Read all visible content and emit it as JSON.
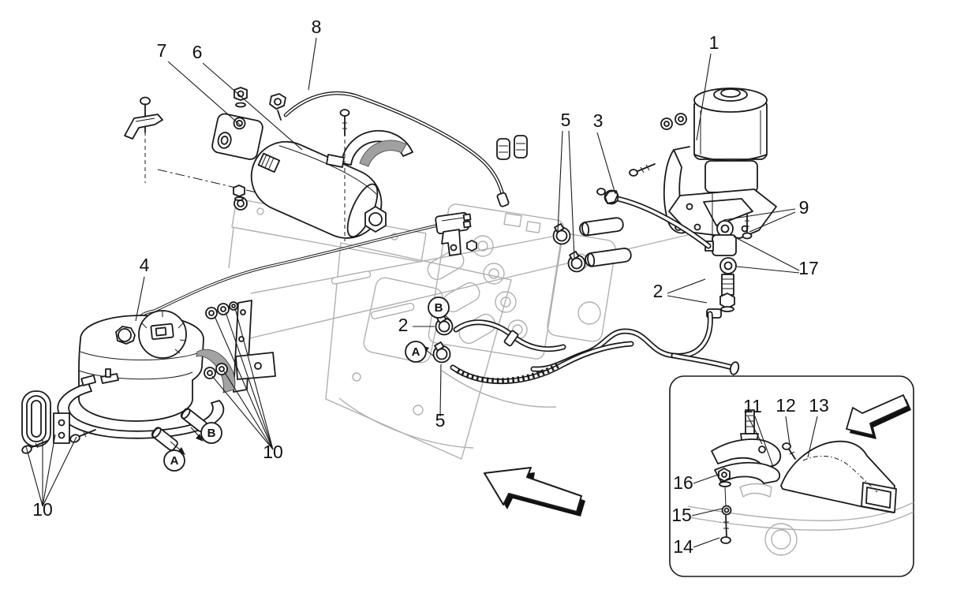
{
  "figure": {
    "type": "exploded-parts-diagram",
    "description": "Hydraulic actuation system exploded view with numbered part callouts and an inset detail box",
    "background_color": "#ffffff",
    "ink_color": "#1a1a1a",
    "secondary_color": "#b0b0b0"
  },
  "callouts": {
    "n1": "1",
    "n2_banjo": "2",
    "n2_clamp": "2",
    "n3": "3",
    "n4": "4",
    "n5_pipes": "5",
    "n5_hose": "5",
    "n6": "6",
    "n7": "7",
    "n8": "8",
    "n9": "9",
    "n10_bracket": "10",
    "n10_pad": "10",
    "n11": "11",
    "n12": "12",
    "n13": "13",
    "n14": "14",
    "n15": "15",
    "n16": "16",
    "n17": "17"
  },
  "direction_markers": {
    "a": "A",
    "b": "B"
  }
}
